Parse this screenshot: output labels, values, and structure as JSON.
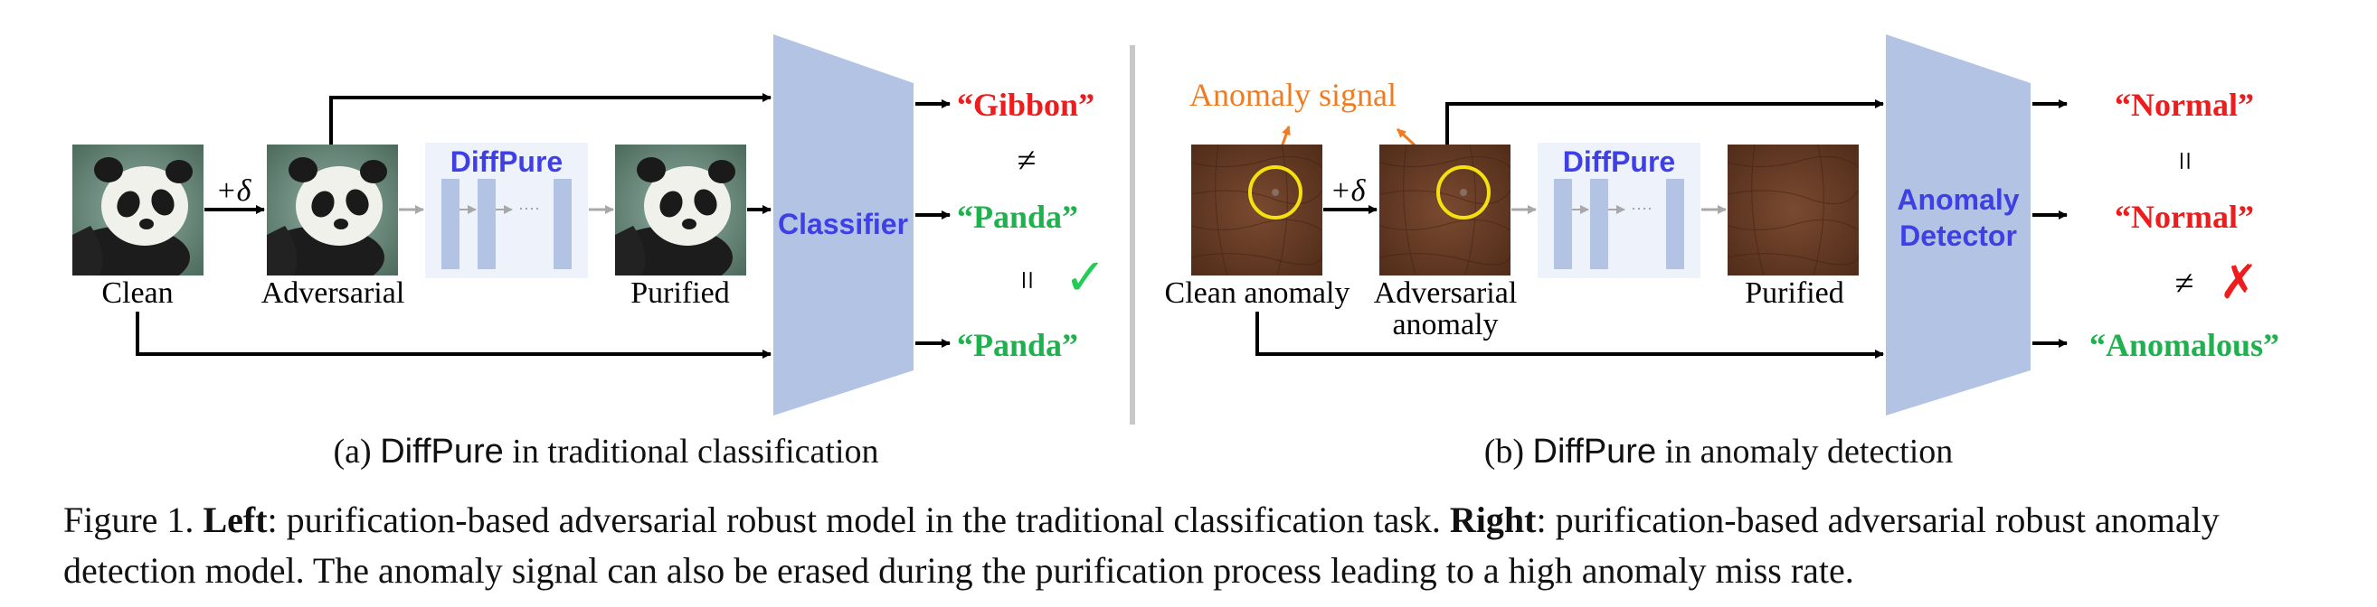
{
  "colors": {
    "red": "#ee1c1c",
    "green": "#1fb14d",
    "blue": "#3f3fe6",
    "orange": "#f07b20",
    "block": "#b2c3e3",
    "diffbg": "#eef2fb",
    "check": "#22cc55"
  },
  "left": {
    "clean_label": "Clean",
    "plus_delta": "+δ",
    "adversarial_label": "Adversarial",
    "diffpure_title": "DiffPure",
    "dots": "····",
    "purified_label": "Purified",
    "classifier_label": "Classifier",
    "out1": "“Gibbon”",
    "out2": "“Panda”",
    "out3": "“Panda”",
    "neq": "≠",
    "eq": "=",
    "check": "✓",
    "subtitle_prefix": "(a) ",
    "subtitle_method": "DiffPure",
    "subtitle_suffix": " in traditional classification"
  },
  "right": {
    "anomaly_signal": "Anomaly signal",
    "clean_label": "Clean anomaly",
    "plus_delta": "+δ",
    "adversarial_label_1": "Adversarial",
    "adversarial_label_2": "anomaly",
    "diffpure_title": "DiffPure",
    "dots": "····",
    "purified_label": "Purified",
    "detector_label_1": "Anomaly",
    "detector_label_2": "Detector",
    "out1": "“Normal”",
    "out2": "“Normal”",
    "out3": "“Anomalous”",
    "eq": "=",
    "neq": "≠",
    "cross": "✗",
    "subtitle_prefix": "(b) ",
    "subtitle_method": "DiffPure",
    "subtitle_suffix": " in anomaly detection"
  },
  "caption": {
    "prefix": "Figure 1. ",
    "left_bold": "Left",
    "left_text": ": purification-based adversarial robust model in the traditional classification task. ",
    "right_bold": "Right",
    "right_text": ": purification-based adversarial robust anomaly detection model. The anomaly signal can also be erased during the purification process leading to a high anomaly miss rate."
  }
}
